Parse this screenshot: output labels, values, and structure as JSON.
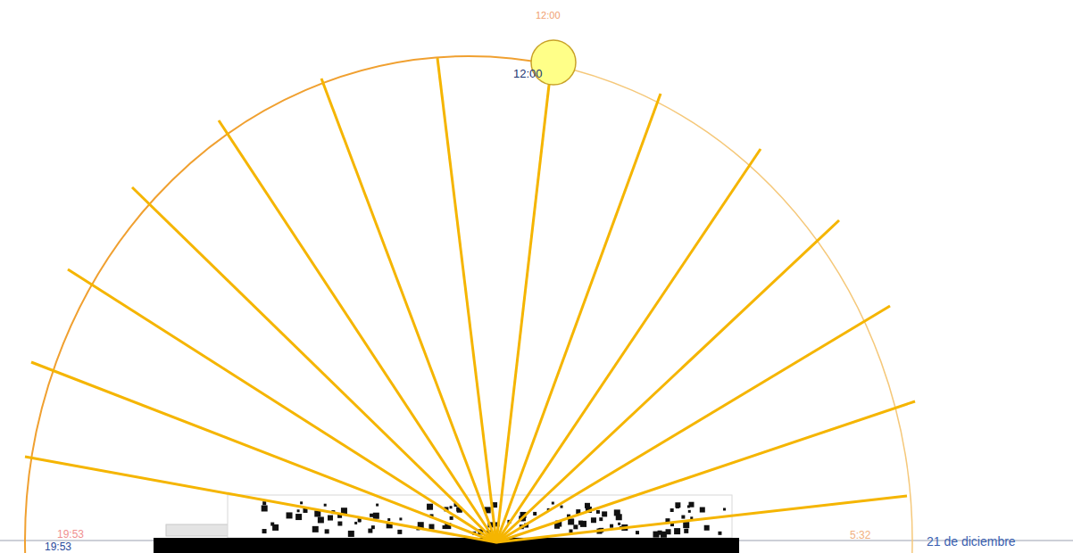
{
  "diagram": {
    "labels": [
      "12:00",
      "12:00",
      "19:53",
      "19:53",
      "5:32",
      "21 de diciembre"
    ]
  }
}
